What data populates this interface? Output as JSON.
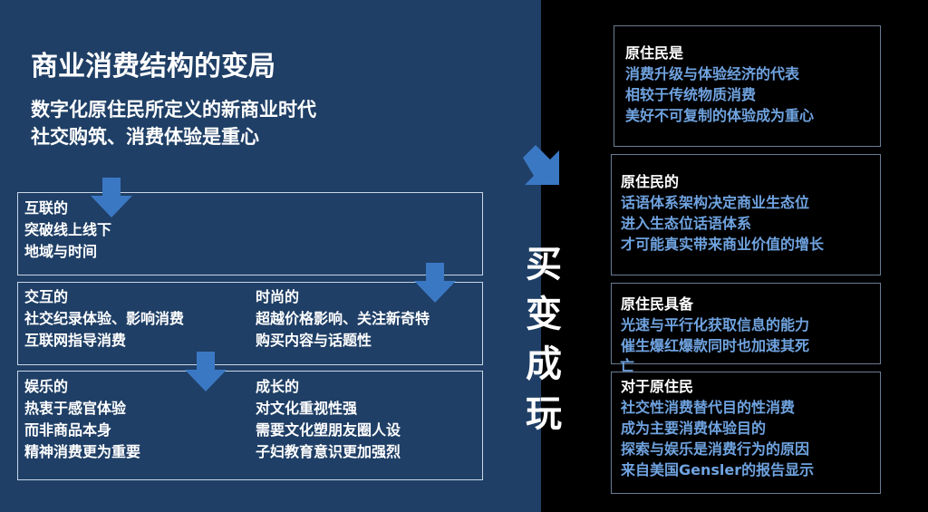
{
  "title": "商业消费结构的变局",
  "subtitle": [
    "数字化原住民所定义的新商业时代",
    "社交购筑、消费体验是重心"
  ],
  "boxes": {
    "hulian": {
      "head": "互联的",
      "lines": [
        "突破线上线下",
        "地域与时间"
      ]
    },
    "jiaohu": {
      "head": "交互的",
      "lines": [
        "社交纪录体验、影响消费",
        "互联网指导消费"
      ]
    },
    "shishang": {
      "head": "时尚的",
      "lines": [
        "超越价格影响、关注新奇特",
        "购买内容与话题性"
      ]
    },
    "yule": {
      "head": "娱乐的",
      "lines": [
        "热衷于感官体验",
        "而非商品本身",
        "精神消费更为重要"
      ]
    },
    "chengzhang": {
      "head": "成长的",
      "lines": [
        "对文化重视性强",
        "需要文化塑朋友圈人设",
        "子妇教育意识更加强烈"
      ]
    }
  },
  "vertical": [
    "买",
    "变",
    "成",
    "玩"
  ],
  "right": [
    {
      "head": "原住民是",
      "lines": [
        "消费升级与体验经济的代表",
        "相较于传统物质消费",
        "美好不可复制的体验成为重心"
      ]
    },
    {
      "head": "原住民的",
      "lines": [
        "话语体系架构决定商业生态位",
        "进入生态位话语体系",
        "才可能真实带来商业价值的增长"
      ]
    },
    {
      "head": "原住民具备",
      "lines": [
        "光速与平行化获取信息的能力",
        "催生爆红爆款同时也加速其死",
        "亡"
      ]
    },
    {
      "head": "对于原住民",
      "lines": [
        "社交性消费替代目的性消费",
        "成为主要消费体验目的",
        "探索与娱乐是消费行为的原因",
        "来自美国Gensler的报告显示"
      ]
    }
  ],
  "colors": {
    "left_bg": "#1f3f66",
    "right_bg": "#000000",
    "accent_blue": "#6fa3e0",
    "arrow_blue": "#3b78c4"
  },
  "icons": [
    "down-arrow-icon",
    "right-down-arrow-icon"
  ]
}
